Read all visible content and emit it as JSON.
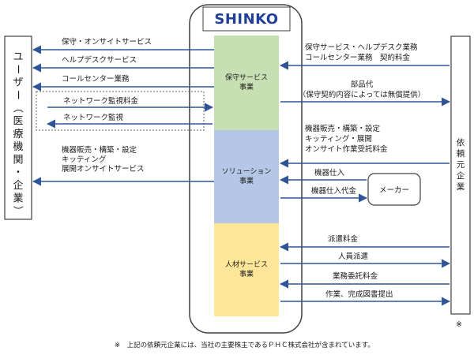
{
  "company": {
    "logo_text": "SHINKO",
    "logo_color": "#1f3f99",
    "segments": [
      {
        "label_lines": [
          "保守サービス",
          "事業"
        ],
        "color": "#c6e0b4"
      },
      {
        "label_lines": [
          "ソリューション",
          "事業"
        ],
        "color": "#b4c7e7"
      },
      {
        "label_lines": [
          "人材サービス",
          "事業"
        ],
        "color": "#ffe699"
      }
    ]
  },
  "user_box": {
    "label": "ユーザー（医療機関・企業）",
    "chars": [
      "ユ",
      "ー",
      "ザ",
      "ー",
      "（",
      "医",
      "療",
      "機",
      "関",
      "・",
      "企",
      "業",
      "）"
    ]
  },
  "client_box": {
    "label": "依頼元企業",
    "chars": [
      "依",
      "頼",
      "元",
      "企",
      "業"
    ],
    "note_mark": "※"
  },
  "maker_box": {
    "label": "メーカー"
  },
  "left_flows": [
    {
      "label": "保守・オンサイトサービス"
    },
    {
      "label": "ヘルプデスクサービス"
    },
    {
      "label": "コールセンター業務"
    },
    {
      "label": "ネットワーク監視料金"
    },
    {
      "label": "ネットワーク監視"
    },
    {
      "label_lines": [
        "機器販売・構築・設定",
        "キッティング",
        "展開オンサイトサービス"
      ]
    }
  ],
  "right_flows": [
    {
      "label_lines": [
        "保守サービス・ヘルプデスク業務",
        "コールセンター業務　契約料金"
      ]
    },
    {
      "label_lines": [
        "部品代",
        "（保守契約内容によっては無償提供）"
      ]
    },
    {
      "label_lines": [
        "機器販売・構築・設定",
        "キッティング・展開",
        "オンサイト作業受託料金"
      ]
    },
    {
      "label": "機器仕入"
    },
    {
      "label": "機器仕入代金"
    },
    {
      "label": "派遣料金"
    },
    {
      "label": "人員派遣"
    },
    {
      "label": "業務委託料金"
    },
    {
      "label": "作業、完成図書提出"
    }
  ],
  "footnote": "※　上記の依頼元企業には、当社の主要株主であるＰＨＣ株式会社が含まれています。",
  "arrow_color": "#2f5597"
}
